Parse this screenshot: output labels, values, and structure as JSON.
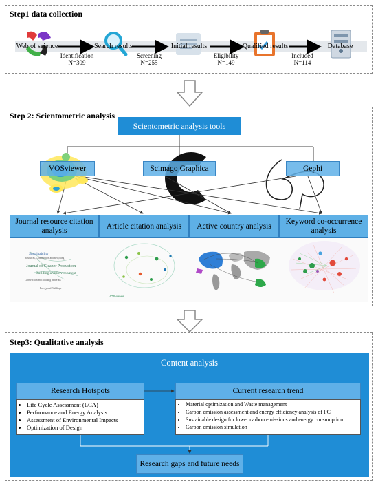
{
  "step1": {
    "title": "Step1 data collection",
    "nodes": [
      "Web of science",
      "Search results",
      "Initial results",
      "Qualified results",
      "Database"
    ],
    "transitions": [
      {
        "label": "Identification",
        "count": "N=309"
      },
      {
        "label": "Screening",
        "count": "N=255"
      },
      {
        "label": "Eligibility",
        "count": "N=149"
      },
      {
        "label": "Included",
        "count": "N=114"
      }
    ]
  },
  "step2": {
    "title": "Step 2: Scientometric  analysis",
    "tools_header": "Scientometric analysis tools",
    "tools": [
      "VOSviewer",
      "Scimago Graphica",
      "Gephi"
    ],
    "analyses": [
      "Journal resource citation analysis",
      "Article citation analysis",
      "Active country analysis",
      "Keyword co-occurrence analysis"
    ],
    "thumb_journal_labels": [
      "Journal of Cleaner Production",
      "Building and Environment",
      "Sustainability",
      "Resources, Conservation and Recycling",
      "Construction and Building Materials",
      "Energy and Buildings"
    ],
    "vos_watermark": "VOSviewer"
  },
  "step3": {
    "title": "Step3:  Qualitative analysis",
    "content_header": "Content  analysis",
    "hotspots_title": "Research Hotspots",
    "hotspots": [
      "Life Cycle Assessment (LCA)",
      "Performance and Energy Analysis",
      "Assessment of Environmental Impacts",
      "Optimization of Design"
    ],
    "trend_title": "Current research trend",
    "trends": [
      "Material optimization and Waste management",
      "Carbon emission assessment and energy efficiency analysis of PC",
      "Sustainable design for lower carbon emissions and energy consumption",
      "Carbon emission simulation"
    ],
    "gaps": "Research gaps and future needs"
  },
  "colors": {
    "primary": "#1f8dd6",
    "cell": "#5eb0e6",
    "dash": "#8a8a8a"
  }
}
